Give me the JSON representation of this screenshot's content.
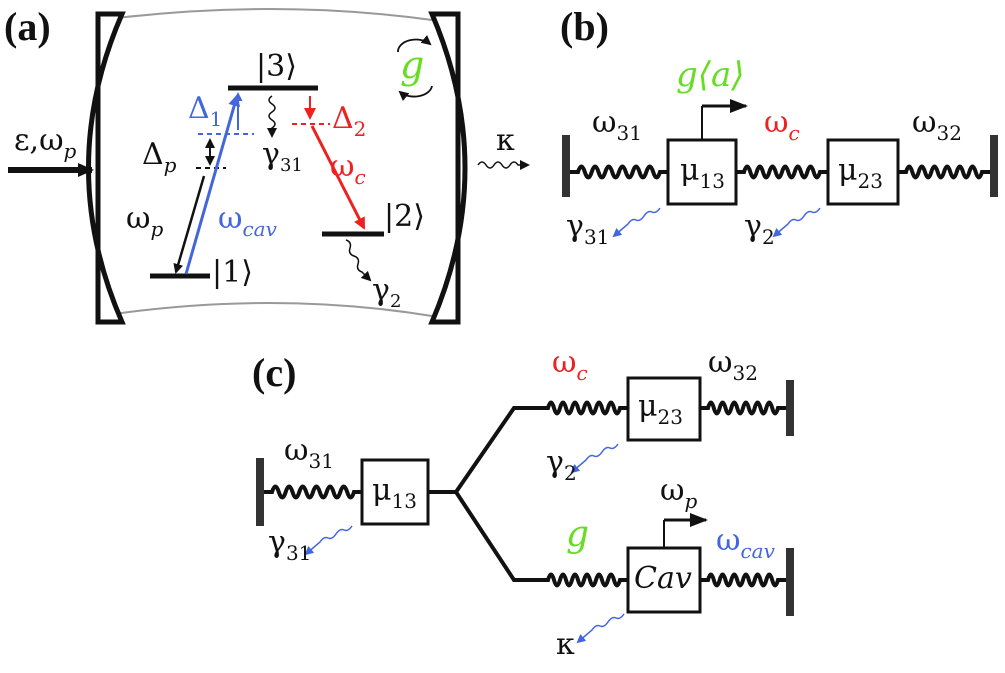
{
  "panels": {
    "a": {
      "label": "(a)",
      "pump": {
        "main": "ε,ω",
        "sub": "p"
      },
      "kappa": "κ",
      "coupling": "g",
      "levels": {
        "l1": "|1⟩",
        "l2": "|2⟩",
        "l3": "|3⟩"
      },
      "delta1": {
        "main": "Δ",
        "sub": "1"
      },
      "delta2": {
        "main": "Δ",
        "sub": "2"
      },
      "deltap": {
        "main": "Δ",
        "sub": "p"
      },
      "omega_p": {
        "main": "ω",
        "sub": "p"
      },
      "omega_cav": {
        "main": "ω",
        "sub": "cav"
      },
      "omega_c": {
        "main": "ω",
        "sub": "c"
      },
      "gamma31": {
        "main": "γ",
        "sub": "31"
      },
      "gamma2": {
        "main": "γ",
        "sub": "2"
      }
    },
    "b": {
      "label": "(b)",
      "drive": "g⟨a⟩",
      "omega31": {
        "main": "ω",
        "sub": "31"
      },
      "omega_c": {
        "main": "ω",
        "sub": "c"
      },
      "omega32": {
        "main": "ω",
        "sub": "32"
      },
      "mu13": {
        "main": "μ",
        "sub": "13"
      },
      "mu23": {
        "main": "μ",
        "sub": "23"
      },
      "gamma31": {
        "main": "γ",
        "sub": "31"
      },
      "gamma2": {
        "main": "γ",
        "sub": "2"
      }
    },
    "c": {
      "label": "(c)",
      "omega31": {
        "main": "ω",
        "sub": "31"
      },
      "omega_c": {
        "main": "ω",
        "sub": "c"
      },
      "omega32": {
        "main": "ω",
        "sub": "32"
      },
      "mu13": {
        "main": "μ",
        "sub": "13"
      },
      "mu23": {
        "main": "μ",
        "sub": "23"
      },
      "gamma31": {
        "main": "γ",
        "sub": "31"
      },
      "gamma2": {
        "main": "γ",
        "sub": "2"
      },
      "g": "g",
      "omega_p": {
        "main": "ω",
        "sub": "p"
      },
      "omega_cav": {
        "main": "ω",
        "sub": "cav"
      },
      "cav": "Cav",
      "kappa": "κ"
    }
  },
  "colors": {
    "black": "#111111",
    "blue": "#4466dd",
    "red": "#ee2020",
    "green": "#66dd22",
    "gray": "#999999"
  }
}
